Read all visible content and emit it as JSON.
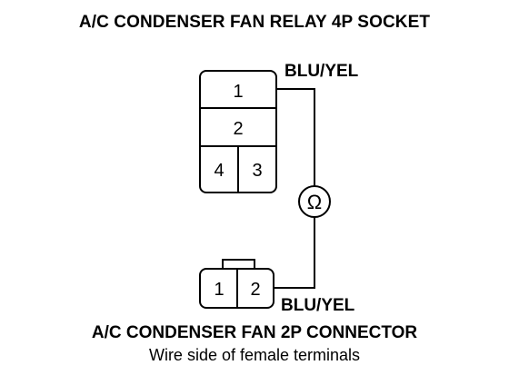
{
  "relay_socket": {
    "title": "A/C CONDENSER FAN RELAY 4P SOCKET",
    "terminals": [
      "1",
      "2",
      "4",
      "3"
    ],
    "wire_label": "BLU/YEL"
  },
  "meter": {
    "symbol": "Ω",
    "icon": "ohmmeter-icon"
  },
  "fan_connector": {
    "title": "A/C CONDENSER FAN 2P CONNECTOR",
    "subtitle": "Wire side of female terminals",
    "terminals": [
      "1",
      "2"
    ],
    "wire_label": "BLU/YEL"
  }
}
